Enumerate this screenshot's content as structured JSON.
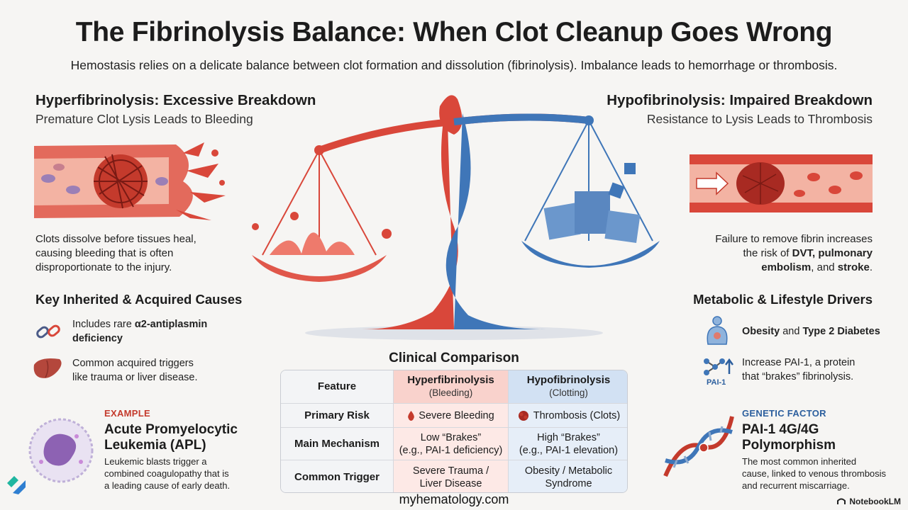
{
  "title": "The Fibrinolysis Balance: When Clot Cleanup Goes Wrong",
  "subtitle": "Hemostasis relies on a delicate balance between clot formation and dissolution (fibrinolysis). Imbalance leads to hemorrhage or thrombosis.",
  "left": {
    "heading": "Hyperfibrinolysis: Excessive Breakdown",
    "subheading": "Premature Clot Lysis Leads to Bleeding",
    "desc_1": "Clots dissolve before tissues heal,",
    "desc_2": "causing bleeding that is often",
    "desc_3": "disproportionate to the injury.",
    "causes_heading": "Key Inherited & Acquired Causes",
    "cause1_a": "Includes rare ",
    "cause1_b": "α2-antiplasmin",
    "cause1_c": "deficiency",
    "cause2_a": "Common acquired triggers",
    "cause2_b": "like trauma or liver disease.",
    "example_tag": "EXAMPLE",
    "example_title_1": "Acute Promyelocytic",
    "example_title_2": "Leukemia (APL)",
    "example_desc_1": "Leukemic blasts trigger a",
    "example_desc_2": "combined coagulopathy that is",
    "example_desc_3": "a leading cause of early death."
  },
  "right": {
    "heading": "Hypofibrinolysis: Impaired Breakdown",
    "subheading": "Resistance to Lysis Leads to Thrombosis",
    "desc_1": "Failure to remove fibrin increases",
    "desc_2a": "the risk of ",
    "desc_2b": "DVT, pulmonary",
    "desc_3a": "embolism",
    "desc_3b": ", and ",
    "desc_3c": "stroke",
    "desc_3d": ".",
    "drivers_heading": "Metabolic & Lifestyle Drivers",
    "driver1_a": "Obesity",
    "driver1_b": " and ",
    "driver1_c": "Type 2 Diabetes",
    "driver2_1": "Increase PAI-1, a protein",
    "driver2_2": "that “brakes” fibrinolysis.",
    "pai_label": "PAI-1",
    "genetic_tag": "GENETIC FACTOR",
    "genetic_title_1": "PAI-1 4G/4G",
    "genetic_title_2": "Polymorphism",
    "genetic_desc_1": "The most common inherited",
    "genetic_desc_2": "cause, linked to venous thrombosis",
    "genetic_desc_3": "and recurrent miscarriage."
  },
  "table": {
    "title": "Clinical Comparison",
    "h_feature": "Feature",
    "h_hyper": "Hyperfibrinolysis",
    "h_hyper_sub": "(Bleeding)",
    "h_hypo": "Hypofibrinolysis",
    "h_hypo_sub": "(Clotting)",
    "r1_label": "Primary Risk",
    "r1_hyper": "Severe Bleeding",
    "r1_hypo": "Thrombosis (Clots)",
    "r2_label": "Main Mechanism",
    "r2_hyper_1": "Low “Brakes”",
    "r2_hyper_2": "(e.g., PAI-1 deficiency)",
    "r2_hypo_1": "High “Brakes”",
    "r2_hypo_2": "(e.g., PAI-1 elevation)",
    "r3_label": "Common Trigger",
    "r3_hyper_1": "Severe Trauma /",
    "r3_hyper_2": "Liver Disease",
    "r3_hypo_1": "Obesity / Metabolic",
    "r3_hypo_2": "Syndrome"
  },
  "footer": "myhematology.com",
  "brand": "NotebookLM",
  "colors": {
    "hyper": "#d9473a",
    "hypo": "#3f76b8",
    "accent_red": "#c43a2c",
    "accent_blue": "#2c5f9e"
  }
}
